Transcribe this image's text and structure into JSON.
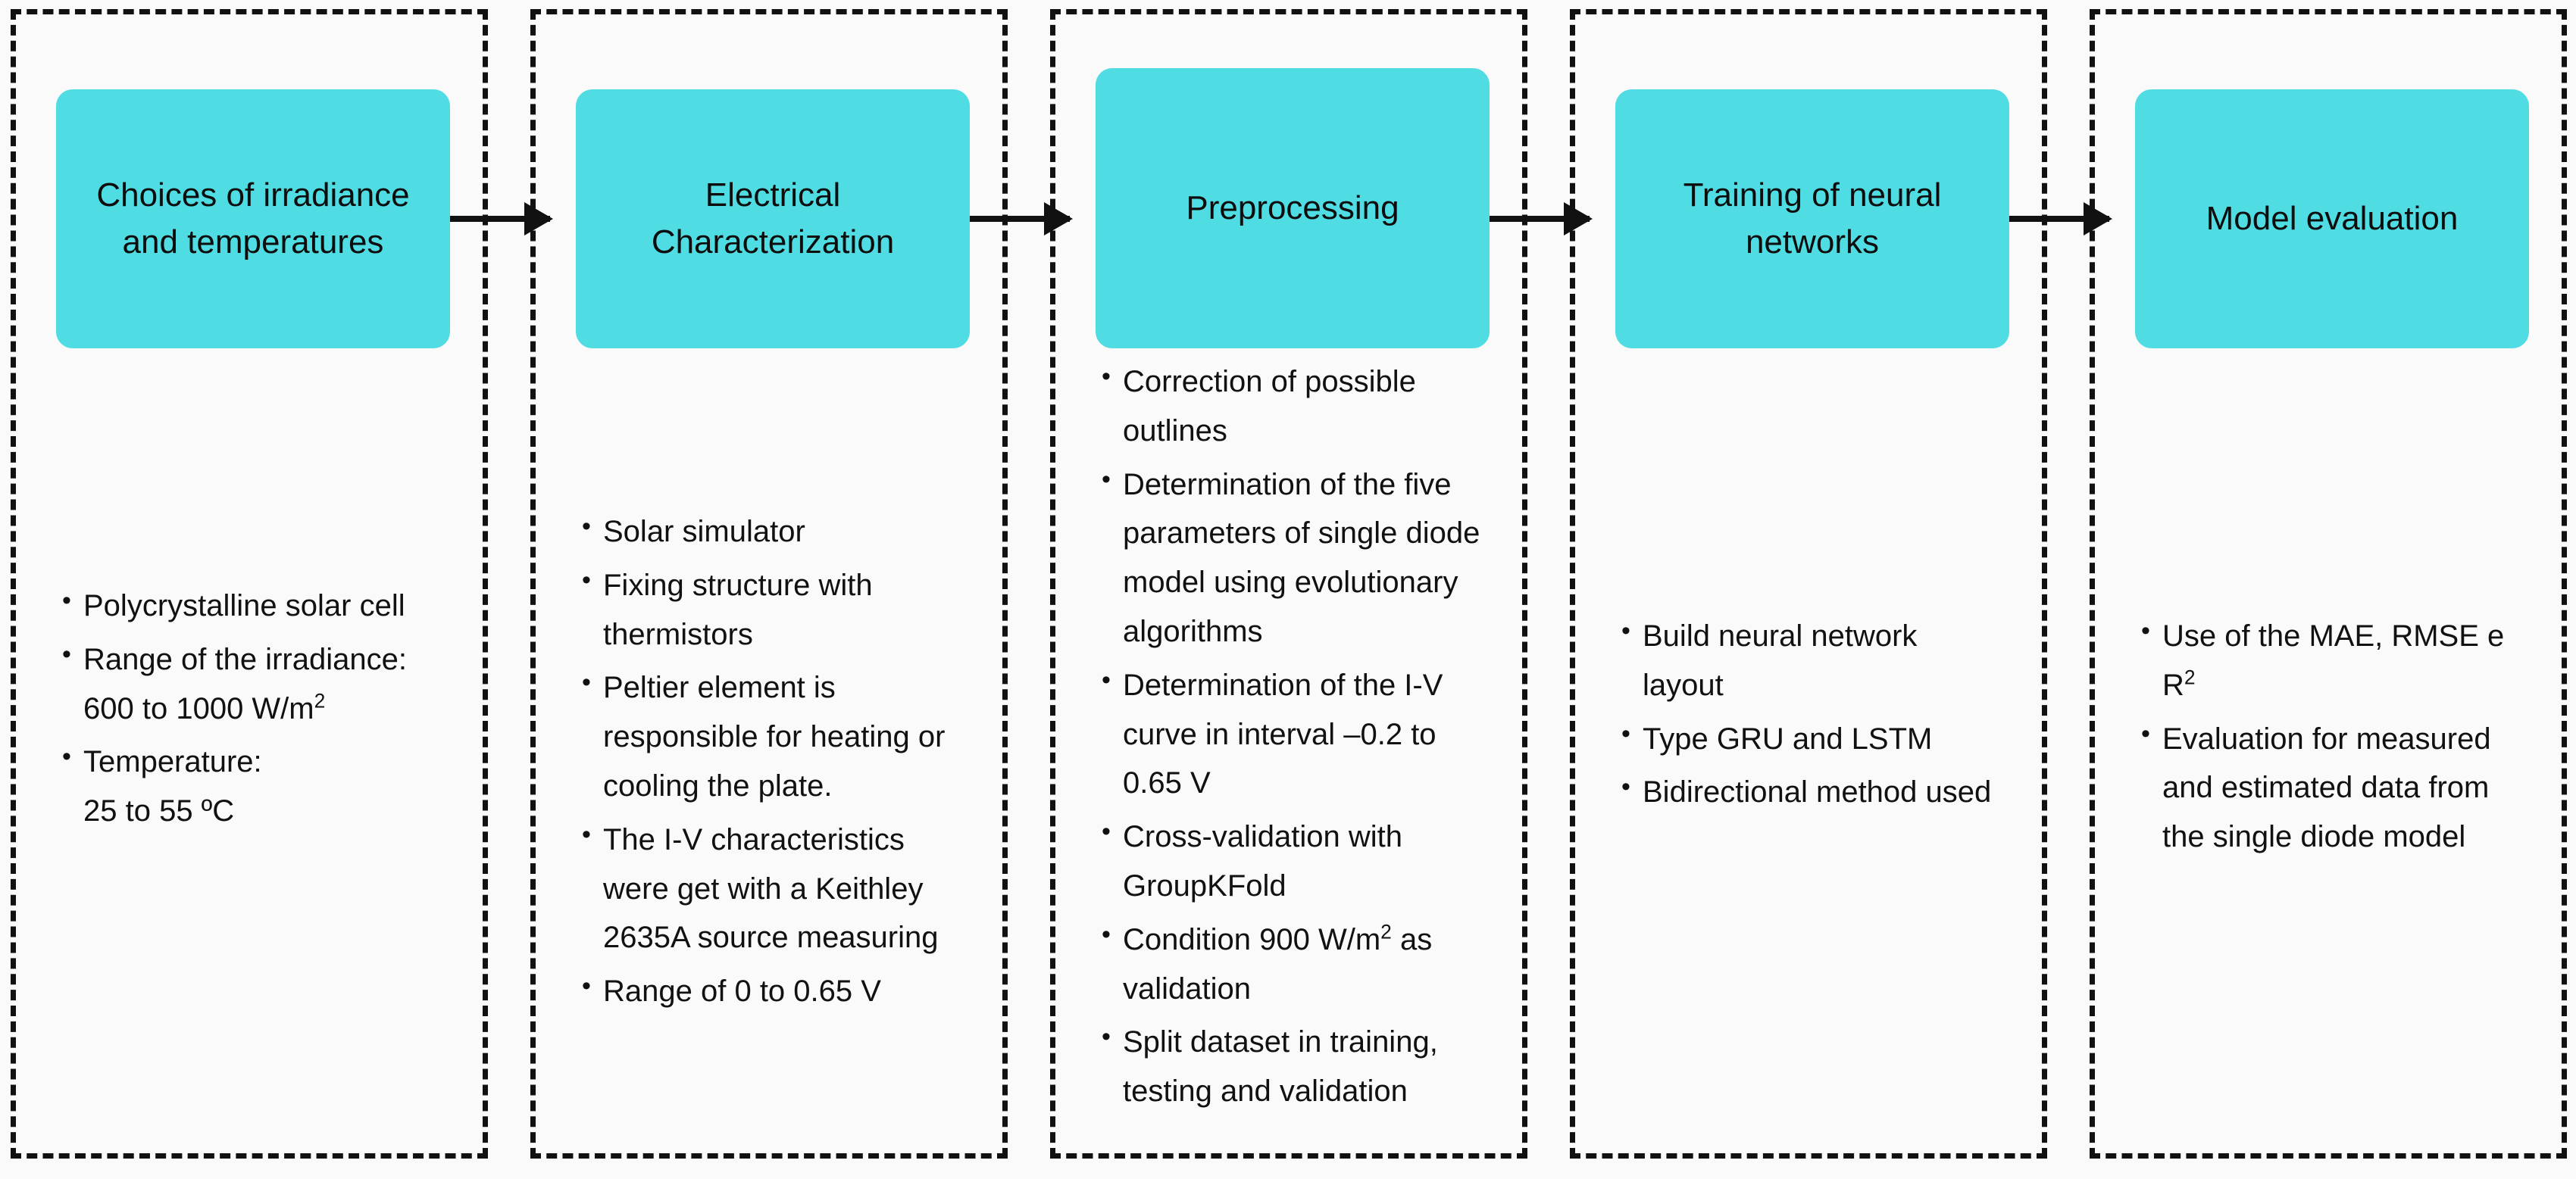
{
  "colors": {
    "box_fill": "#4fdce3",
    "border": "#111111",
    "background": "#fafafa",
    "text": "#111111"
  },
  "stages": [
    {
      "id": "choices",
      "title_lines": [
        "Choices of irradiance",
        "and temperatures"
      ],
      "bullets": [
        "Polycrystalline solar cell",
        "Range of the irradiance:\n600 to 1000 W/m²",
        "Temperature:\n25 to 55 ºC"
      ]
    },
    {
      "id": "electrical-characterization",
      "title_lines": [
        "Electrical",
        "Characterization"
      ],
      "bullets": [
        "Solar simulator",
        "Fixing structure with thermistors",
        "Peltier element is responsible for heating or  cooling the plate.",
        "The I-V characteristics were get with a Keithley 2635A source measuring",
        " Range of 0 to 0.65 V"
      ]
    },
    {
      "id": "preprocessing",
      "title_lines": [
        "Preprocessing"
      ],
      "bullets": [
        "Correction of possible outlines",
        "Determination of the five parameters of single diode model using evolutionary algorithms",
        "Determination of the I-V curve in interval  –0.2 to 0.65 V",
        "Cross-validation with GroupKFold",
        "Condition 900 W/m² as validation",
        "Split dataset in training, testing and validation"
      ]
    },
    {
      "id": "training-of-neural-networks",
      "title_lines": [
        "Training of neural",
        "networks"
      ],
      "bullets": [
        "Build neural network layout",
        "Type GRU and LSTM",
        "Bidirectional method used"
      ]
    },
    {
      "id": "model-evaluation",
      "title_lines": [
        "Model evaluation"
      ],
      "bullets": [
        "Use of the MAE, RMSE e R²",
        "Evaluation for measured and estimated data from the single diode model"
      ]
    }
  ],
  "arrows": [
    {
      "from": "choices",
      "to": "electrical-characterization"
    },
    {
      "from": "electrical-characterization",
      "to": "preprocessing"
    },
    {
      "from": "preprocessing",
      "to": "training-of-neural-networks"
    },
    {
      "from": "training-of-neural-networks",
      "to": "model-evaluation"
    }
  ]
}
